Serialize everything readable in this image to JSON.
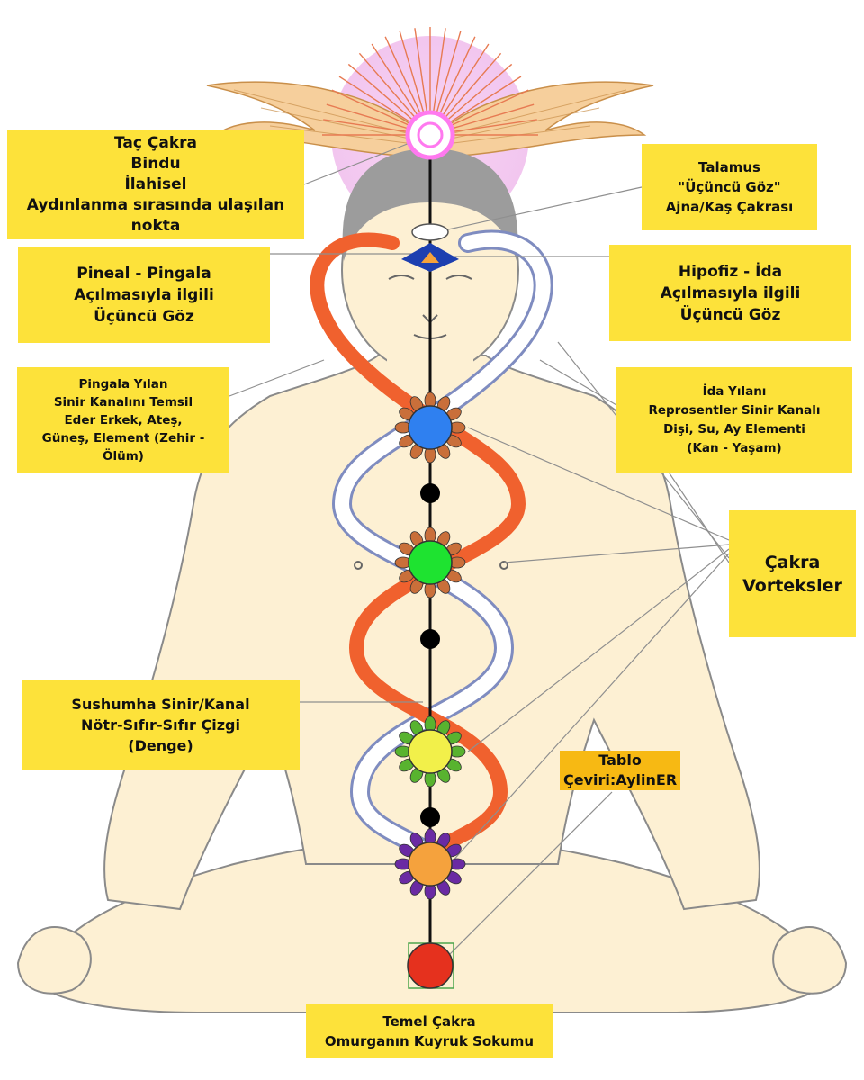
{
  "labels": {
    "crown": [
      "Taç Çakra",
      "Bindu",
      "İlahisel",
      "Aydınlanma sırasında ulaşılan",
      "nokta"
    ],
    "thalamus": [
      "Talamus",
      "\"Üçüncü Göz\"",
      "Ajna/Kaş Çakrası"
    ],
    "pineal": [
      "Pineal - Pingala",
      "Açılmasıyla ilgili",
      "Üçüncü Göz"
    ],
    "pituitary": [
      "Hipofiz - İda",
      "Açılmasıyla ilgili",
      "Üçüncü Göz"
    ],
    "pingala_snake": [
      "Pingala Yılan",
      "Sinir Kanalını Temsil",
      "Eder Erkek, Ateş,",
      "Güneş, Element (Zehir -",
      "Ölüm)"
    ],
    "ida_snake": [
      "İda Yılanı",
      "Reprosentler Sinir Kanalı",
      "Dişi, Su, Ay Elementi",
      "(Kan - Yaşam)"
    ],
    "vortex": [
      "Çakra",
      "Vorteksler"
    ],
    "sushumna": [
      "Sushumha Sinir/Kanal",
      "Nötr-Sıfır-Sıfır Çizgi",
      "(Denge)"
    ],
    "root": [
      "Temel Çakra",
      "Omurganın Kuyruk Sokumu"
    ]
  },
  "credit": [
    "Tablo",
    "Çeviri:AylinER"
  ],
  "colors": {
    "label_bg": "#fde23a",
    "credit_bg": "#f7b913",
    "pingala": "#f0612e",
    "ida": "#ffffff",
    "skin": "#fdf0d3",
    "crown_glow": "#f2c6ef",
    "wings": "#f6cf9c"
  },
  "chakras": [
    {
      "name": "crown",
      "color": "#ff79ef"
    },
    {
      "name": "third-eye",
      "color": "#1d3fb0"
    },
    {
      "name": "throat",
      "color": "#2f80f0"
    },
    {
      "name": "heart",
      "color": "#1ee330"
    },
    {
      "name": "solar-plexus",
      "color": "#f2f04a"
    },
    {
      "name": "sacral",
      "color": "#f5a23d"
    },
    {
      "name": "root",
      "color": "#e5311e"
    }
  ]
}
